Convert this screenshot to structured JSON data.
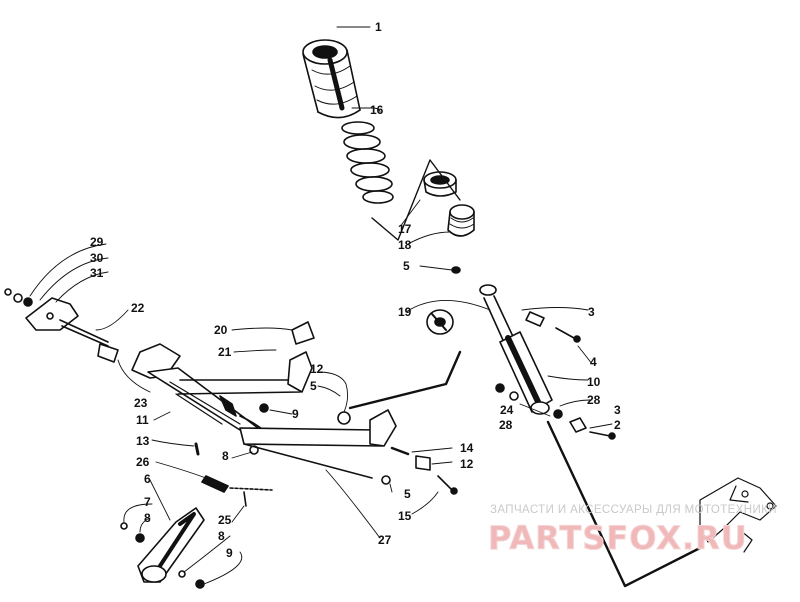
{
  "diagram": {
    "callouts": [
      "1",
      "16",
      "17",
      "18",
      "5",
      "3",
      "4",
      "19",
      "10",
      "28",
      "24",
      "28",
      "3",
      "2",
      "29",
      "30",
      "31",
      "22",
      "20",
      "21",
      "12",
      "5",
      "23",
      "11",
      "9",
      "13",
      "8",
      "14",
      "12",
      "26",
      "5",
      "15",
      "7",
      "8",
      "6",
      "25",
      "8",
      "9",
      "27"
    ]
  },
  "watermark": {
    "caption": "ЗАПЧАСТИ И АКСЕССУАРЫ ДЛЯ МОТОТЕХНИКИ",
    "brand": "PARTSFOX.RU"
  }
}
